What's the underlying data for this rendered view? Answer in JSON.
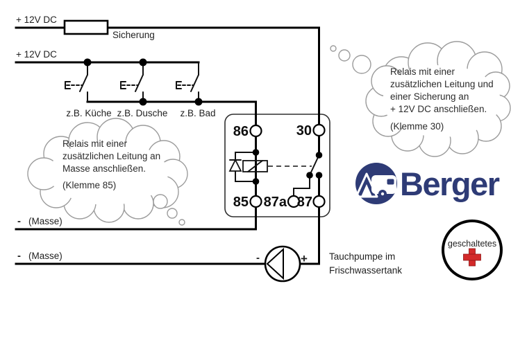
{
  "colors": {
    "brand_navy": "#2e3b76",
    "switched_plus_red": "#d32a2a",
    "wire": "#000000",
    "cloud_outline": "#9c9c9c"
  },
  "power": {
    "rail_top_label": "+ 12V DC",
    "rail_bottom_label": "+ 12V DC",
    "fuse_label": "Sicherung"
  },
  "switches": [
    {
      "label": "z.B. Küche"
    },
    {
      "label": "z.B. Dusche"
    },
    {
      "label": "z.B. Bad"
    }
  ],
  "relay": {
    "terminal_86": "86",
    "terminal_30": "30",
    "terminal_85": "85",
    "terminal_87a": "87a",
    "terminal_87": "87"
  },
  "ground_rails": [
    {
      "minus": "-",
      "label": "(Masse)"
    },
    {
      "minus": "-",
      "label": "(Masse)"
    }
  ],
  "pump": {
    "minus_label": "-",
    "plus_label": "+",
    "caption_line1": "Tauchpumpe im",
    "caption_line2": "Frischwassertank"
  },
  "notes": {
    "klemme85": {
      "line1": "Relais mit einer",
      "line2": "zusätzlichen Leitung an",
      "line3": "Masse anschließen.",
      "klemme": "(Klemme 85)"
    },
    "klemme30": {
      "line1": "Relais mit einer",
      "line2": "zusätzlichen Leitung und",
      "line3": "einer Sicherung an",
      "line4": "+ 12V DC anschließen.",
      "klemme": "(Klemme 30)"
    }
  },
  "brand": {
    "name": "Berger"
  },
  "switched_output": {
    "label": "geschaltetes",
    "plus": "+"
  }
}
